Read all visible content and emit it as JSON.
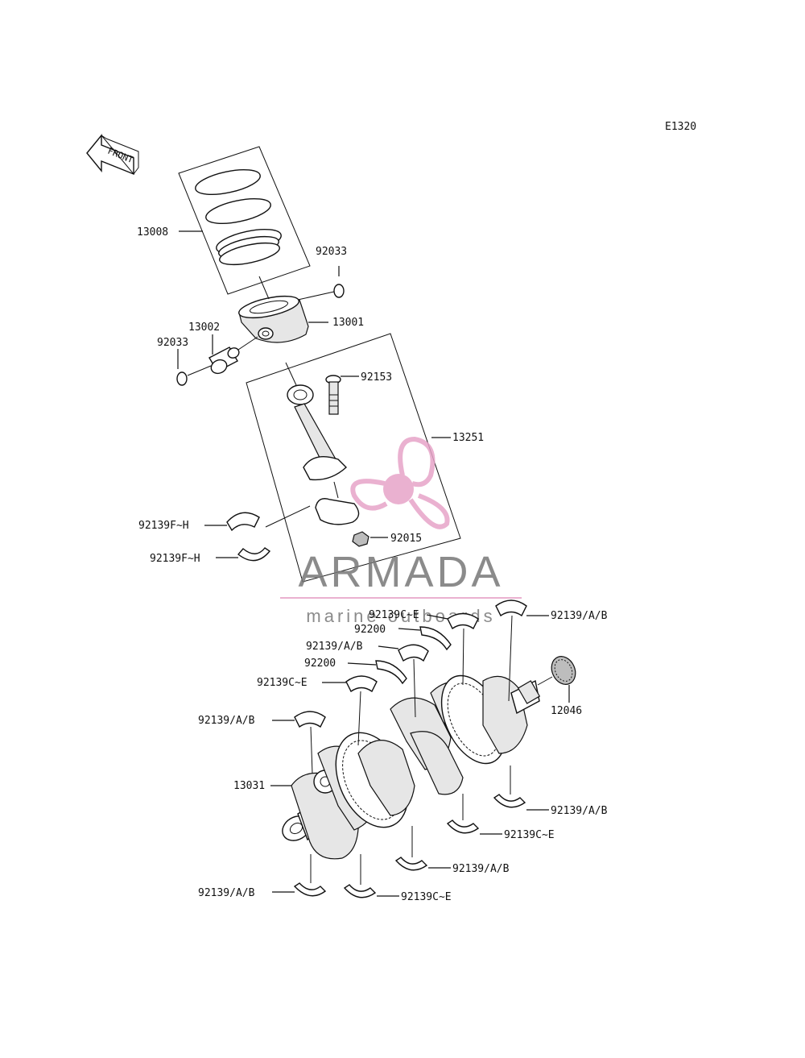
{
  "diagram_id": "E1320",
  "front_label": "FRONT",
  "watermark": {
    "brand": "ARMADA",
    "tagline": "marine outboards",
    "logo_color": "#e7a4c8",
    "text_color": "#777777"
  },
  "parts": {
    "rings": "13008",
    "circlip_top": "92033",
    "piston": "13001",
    "pin": "13002",
    "circlip_left": "92033",
    "bolt": "92153",
    "conrod_assy": "13251",
    "nut": "92015",
    "bearing_upper_left": "92139F~H",
    "bearing_lower_left": "92139F~H",
    "main_bearing_top_right": "92139/A/B",
    "main_bearing_c_top": "92139C~E",
    "thrust_upper": "92200",
    "main_bearing_ab_mid": "92139/A/B",
    "thrust_lower": "92200",
    "main_bearing_c_mid": "92139C~E",
    "main_bearing_ab_left": "92139/A/B",
    "crankshaft": "13031",
    "gear": "12046",
    "main_bearing_ab_right_low": "92139/A/B",
    "main_bearing_c_right_low": "92139C~E",
    "main_bearing_ab_bottom_mid": "92139/A/B",
    "main_bearing_ab_bottom_left": "92139/A/B",
    "main_bearing_c_bottom": "92139C~E"
  }
}
